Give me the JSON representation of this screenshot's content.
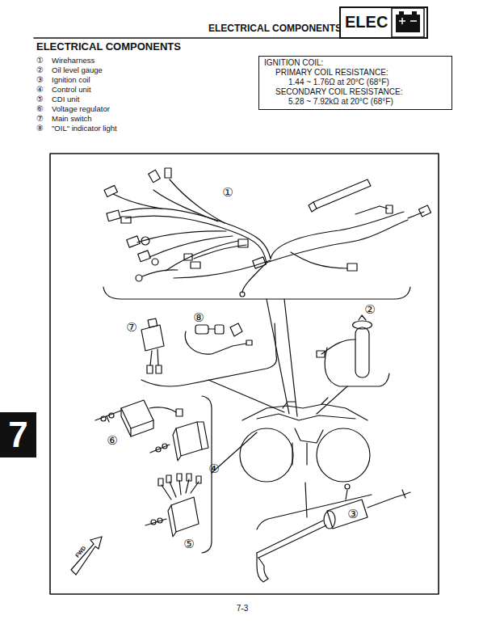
{
  "diagram": {
    "title": "ELECTRICAL COMPONENTS",
    "nodes": [
      {
        "text": [
          "ELEC"
        ]
      },
      {
        "text": [
          "IGNITION COIL:",
          "PRIMARY COIL RESISTANCE:",
          "1.44 ~ 1.76Ω at 20°C (68°F)",
          "SECONDARY COIL RESISTANCE:",
          "5.28 ~ 7.92kΩ at 20°C (68°F)"
        ]
      },
      {
        "text": [
          "7"
        ]
      }
    ],
    "labels": [
      "ELECTRICAL COMPONENTS",
      "①",
      "Wireharness",
      "②",
      "Oil level gauge",
      "③",
      "Ignition coil",
      "④",
      "Control unit",
      "⑤",
      "CDI unit",
      "⑥",
      "Voltage regulator",
      "⑦",
      "Main switch",
      "⑧",
      "\"OIL\" indicator light",
      "①",
      "⑦",
      "⑧",
      "②",
      "⑥",
      "④",
      "⑤",
      "③",
      "FWD",
      "7-3"
    ]
  }
}
